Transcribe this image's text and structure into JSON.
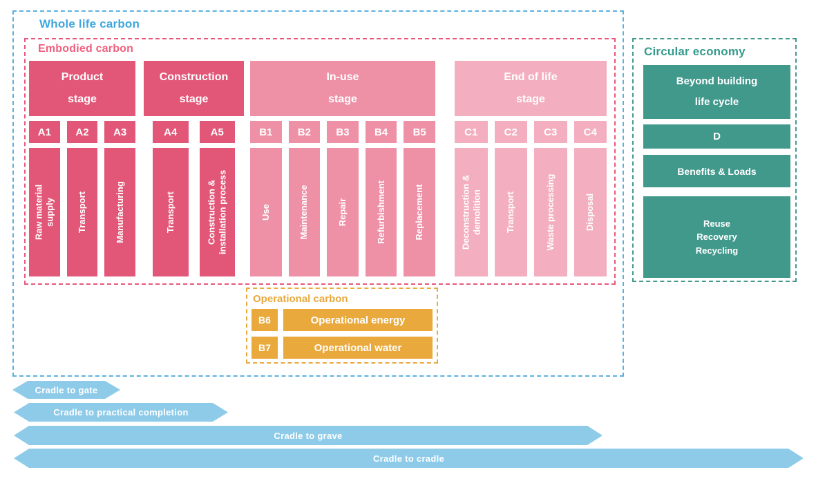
{
  "whole_life": {
    "title": "Whole life carbon"
  },
  "embodied": {
    "title": "Embodied carbon",
    "stages": [
      {
        "label": "Product\nstage",
        "modules": [
          {
            "code": "A1",
            "label": "Raw material\nsupply"
          },
          {
            "code": "A2",
            "label": "Transport"
          },
          {
            "code": "A3",
            "label": "Manufacturing"
          }
        ]
      },
      {
        "label": "Construction\nstage",
        "modules": [
          {
            "code": "A4",
            "label": "Transport"
          },
          {
            "code": "A5",
            "label": "Construction &\ninstallation process"
          }
        ]
      },
      {
        "label": "In-use\nstage",
        "modules": [
          {
            "code": "B1",
            "label": "Use"
          },
          {
            "code": "B2",
            "label": "Maintenance"
          },
          {
            "code": "B3",
            "label": "Repair"
          },
          {
            "code": "B4",
            "label": "Refurbishment"
          },
          {
            "code": "B5",
            "label": "Replacement"
          }
        ]
      },
      {
        "label": "End of life\nstage",
        "modules": [
          {
            "code": "C1",
            "label": "Deconstruction &\ndemolition"
          },
          {
            "code": "C2",
            "label": "Transport"
          },
          {
            "code": "C3",
            "label": "Waste processing"
          },
          {
            "code": "C4",
            "label": "Disposal"
          }
        ]
      }
    ]
  },
  "operational": {
    "title": "Operational carbon",
    "rows": [
      {
        "code": "B6",
        "label": "Operational energy"
      },
      {
        "code": "B7",
        "label": "Operational water"
      }
    ]
  },
  "circular": {
    "title": "Circular economy",
    "blocks": [
      {
        "label": "Beyond building\nlife cycle"
      },
      {
        "label": "D"
      },
      {
        "label": "Benefits & Loads"
      },
      {
        "label": "Reuse\nRecovery\nRecycling"
      }
    ]
  },
  "arrows": [
    {
      "label": "Cradle to gate"
    },
    {
      "label": "Cradle to practical completion"
    },
    {
      "label": "Cradle to grave"
    },
    {
      "label": "Cradle to cradle"
    }
  ],
  "colors": {
    "whole_life_blue": "#3ea6de",
    "embodied_pink": "#f06080",
    "stage_dark_pink": "#e25778",
    "stage_mid_pink": "#ee91a6",
    "stage_light_pink": "#f3afbf",
    "operational_orange": "#e9a93d",
    "circular_teal": "#41998c",
    "arrow_blue": "#8ecbe9"
  }
}
